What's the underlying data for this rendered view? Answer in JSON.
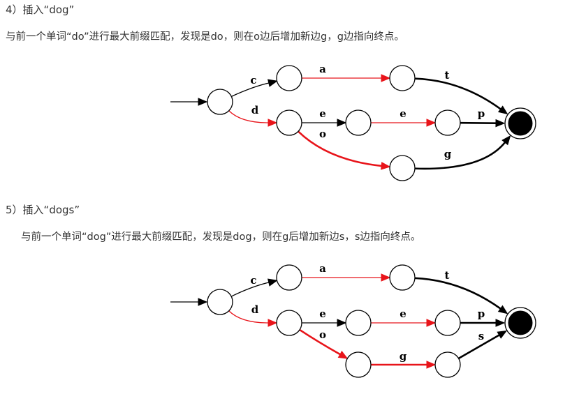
{
  "sections": [
    {
      "heading": "4）插入“dog”",
      "paragraph": "与前一个单词“do”进行最大前缀匹配，发现是do，则在o边后增加新边g，g边指向终点。",
      "diagram": {
        "edges": [
          {
            "id": "c",
            "label": "c",
            "color": "black",
            "bold": false
          },
          {
            "id": "d",
            "label": "d",
            "color": "red",
            "bold": false
          },
          {
            "id": "a",
            "label": "a",
            "color": "red",
            "bold": false
          },
          {
            "id": "t",
            "label": "t",
            "color": "black",
            "bold": true
          },
          {
            "id": "e1",
            "label": "e",
            "color": "black",
            "bold": false
          },
          {
            "id": "e2",
            "label": "e",
            "color": "red",
            "bold": false
          },
          {
            "id": "p",
            "label": "p",
            "color": "black",
            "bold": true
          },
          {
            "id": "o",
            "label": "o",
            "color": "red",
            "bold": true
          },
          {
            "id": "g",
            "label": "g",
            "color": "black",
            "bold": true
          }
        ]
      }
    },
    {
      "heading": "5）插入“dogs”",
      "paragraph": "与前一个单词“dog”进行最大前缀匹配，发现是dog，则在g后增加新边s，s边指向终点。",
      "diagram": {
        "edges": [
          {
            "id": "c",
            "label": "c",
            "color": "black",
            "bold": false
          },
          {
            "id": "d",
            "label": "d",
            "color": "red",
            "bold": false
          },
          {
            "id": "a",
            "label": "a",
            "color": "red",
            "bold": false
          },
          {
            "id": "t",
            "label": "t",
            "color": "black",
            "bold": true
          },
          {
            "id": "e1",
            "label": "e",
            "color": "black",
            "bold": false
          },
          {
            "id": "e2",
            "label": "e",
            "color": "red",
            "bold": false
          },
          {
            "id": "p",
            "label": "p",
            "color": "black",
            "bold": true
          },
          {
            "id": "o",
            "label": "o",
            "color": "red",
            "bold": true
          },
          {
            "id": "g",
            "label": "g",
            "color": "red",
            "bold": true
          },
          {
            "id": "s",
            "label": "s",
            "color": "black",
            "bold": true
          }
        ]
      }
    }
  ],
  "colors": {
    "red": "#e8141a",
    "black": "#000000",
    "text": "#333333"
  }
}
